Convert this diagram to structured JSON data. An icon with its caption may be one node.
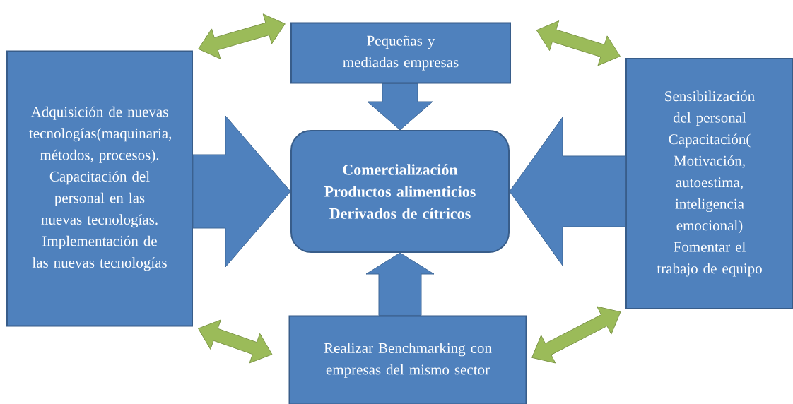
{
  "diagram": {
    "nodes": [
      {
        "text": [
          "Comercialización Productos alimenticios Derivados de cítricos"
        ]
      },
      {
        "text": [
          "Pequeñas y mediadas empresas"
        ]
      },
      {
        "text": [
          "Adquisición de nuevas tecnologías(maquinaria, métodos, procesos). Capacitación del personal en las nuevas tecnologías. Implementación de las nuevas tecnologías"
        ]
      },
      {
        "text": [
          "Sensibilización del personal Capacitación( Motivación, autoestima, inteligencia emocional) Fomentar el trabajo de equipo"
        ]
      },
      {
        "text": [
          "Realizar Benchmarking con empresas del mismo sector"
        ]
      }
    ],
    "edges": [
      {
        "from": 1,
        "to": 0,
        "arrow": "to"
      },
      {
        "from": 2,
        "to": 0,
        "arrow": "to"
      },
      {
        "from": 3,
        "to": 0,
        "arrow": "to"
      },
      {
        "from": 4,
        "to": 0,
        "arrow": "to"
      },
      {
        "from": 1,
        "to": 2,
        "arrow": "both",
        "color": "#9bbb59"
      },
      {
        "from": 1,
        "to": 3,
        "arrow": "both",
        "color": "#9bbb59"
      },
      {
        "from": 4,
        "to": 2,
        "arrow": "both",
        "color": "#9bbb59"
      },
      {
        "from": 4,
        "to": 3,
        "arrow": "both",
        "color": "#9bbb59"
      }
    ]
  }
}
